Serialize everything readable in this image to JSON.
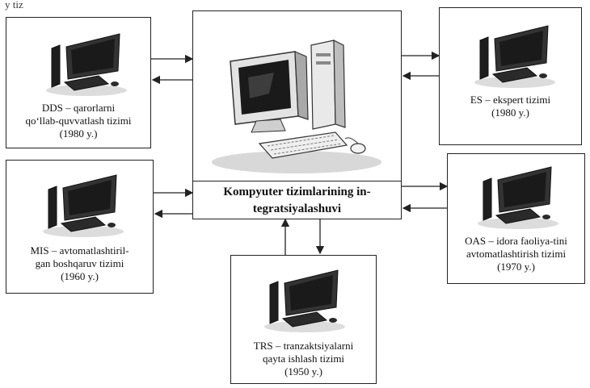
{
  "top_fragment": "y tiz",
  "center": {
    "title_line1": "Kompyuter tizimlarining in-",
    "title_line2": "tegratsiyalashuvi"
  },
  "dds": {
    "line1": "DDS – qarorlarni",
    "line2": "qo‘llab-quvvatlash tizimi",
    "line3": "(1980 y.)"
  },
  "es": {
    "line1": "ES – ekspert tizimi",
    "line2": "(1980 y.)"
  },
  "mis": {
    "line1": "MIS – avtomatlashtiril-",
    "line2": "gan boshqaruv tizimi",
    "line3": "(1960 y.)"
  },
  "oas": {
    "line1": "OAS – idora faoliya-tini",
    "line2": "avtomatlashtirish tizimi",
    "line3": "(1970 y.)"
  },
  "trs": {
    "line1": "TRS – tranzaktsiyalarni",
    "line2": "qayta ishlash tizimi",
    "line3": "(1950 y.)"
  },
  "icons": [
    "computer-icon"
  ],
  "colors": {
    "line": "#222222",
    "screen": "#1a1a1a"
  }
}
